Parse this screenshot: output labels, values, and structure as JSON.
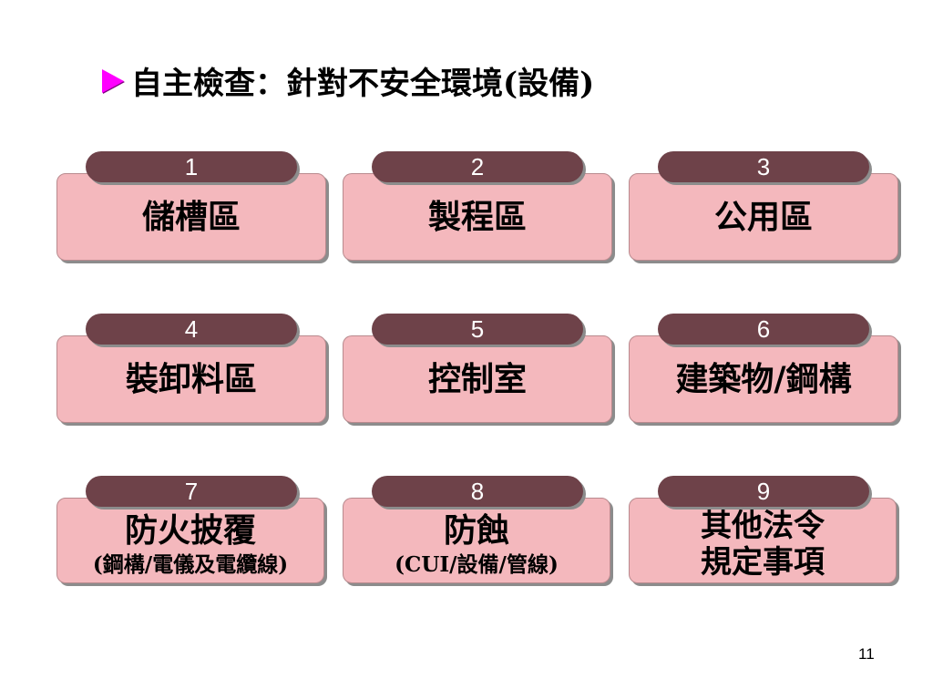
{
  "title": "自主檢查：針對不安全環境(設備)",
  "cards": [
    {
      "number": "1",
      "text": "儲槽區"
    },
    {
      "number": "2",
      "text": "製程區"
    },
    {
      "number": "3",
      "text": "公用區"
    },
    {
      "number": "4",
      "text": "裝卸料區"
    },
    {
      "number": "5",
      "text": "控制室"
    },
    {
      "number": "6",
      "text": "建築物/鋼構"
    },
    {
      "number": "7",
      "text": "防火披覆",
      "subtext": "(鋼構/電儀及電纜線)"
    },
    {
      "number": "8",
      "text": "防蝕",
      "subtext": "(CUI/設備/管線)"
    },
    {
      "number": "9",
      "line1": "其他法令",
      "line2": "規定事項"
    }
  ],
  "page_number": "11",
  "colors": {
    "tab": "#6e4249",
    "card": "#f4b8bd",
    "bullet": "#ff00ff"
  }
}
